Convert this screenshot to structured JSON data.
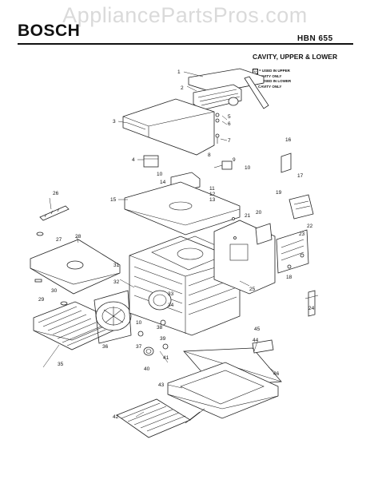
{
  "watermark": "AppliancePartsPros.com",
  "brand": "BOSCH",
  "model": "HBN 655",
  "section_title": "CAVITY, UPPER & LOWER",
  "legend": [
    {
      "code": "U",
      "text_1": "= USED IN UPPER",
      "text_2": "CAVITY ONLY"
    },
    {
      "code": "L",
      "text_1": "= USED IN LOWER",
      "text_2": "CAVITY ONLY"
    }
  ],
  "part_labels": [
    "1",
    "2",
    "3",
    "4",
    "5",
    "6",
    "7",
    "8",
    "9",
    "10",
    "10",
    "10",
    "11",
    "12",
    "13",
    "14",
    "15",
    "16",
    "17",
    "18",
    "19",
    "20",
    "21",
    "22",
    "23",
    "24",
    "25",
    "26",
    "27",
    "28",
    "29",
    "30",
    "31",
    "32",
    "33",
    "34",
    "35",
    "36",
    "37",
    "38",
    "39",
    "40",
    "41",
    "42",
    "43",
    "44",
    "45",
    "46"
  ]
}
